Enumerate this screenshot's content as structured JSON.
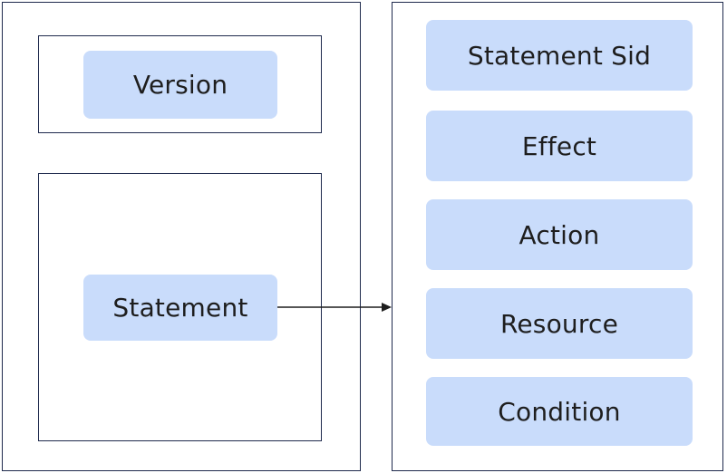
{
  "left_panel": {
    "version_label": "Version",
    "statement_label": "Statement"
  },
  "right_panel": {
    "items": [
      {
        "label": "Statement Sid"
      },
      {
        "label": "Effect"
      },
      {
        "label": "Action"
      },
      {
        "label": "Resource"
      },
      {
        "label": "Condition"
      }
    ]
  },
  "colors": {
    "pill_fill": "#c9dcfb",
    "frame_stroke": "#1f2a4d",
    "arrow": "#1e1e1e"
  }
}
